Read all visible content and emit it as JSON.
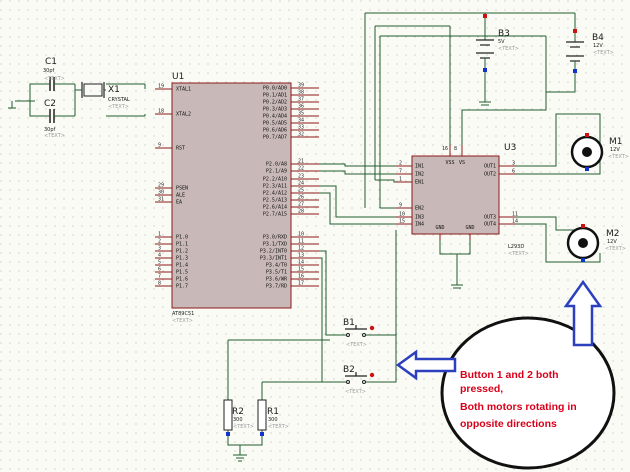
{
  "components": {
    "c1": {
      "ref": "C1",
      "value": "30pf",
      "text": "<TEXT>"
    },
    "c2": {
      "ref": "C2",
      "value": "30pf",
      "text": "<TEXT>"
    },
    "x1": {
      "ref": "X1",
      "value": "CRYSTAL",
      "text": "<TEXT>"
    },
    "u1": {
      "ref": "U1",
      "part": "AT89C51",
      "text": "<TEXT>",
      "left_pins": [
        {
          "num": "19",
          "name": "XTAL1"
        },
        {
          "num": "18",
          "name": "XTAL2"
        },
        {
          "num": "9",
          "name": "RST"
        },
        {
          "num": "29",
          "name": "PSEN"
        },
        {
          "num": "30",
          "name": "ALE"
        },
        {
          "num": "31",
          "name": "EA"
        },
        {
          "num": "1",
          "name": "P1.0"
        },
        {
          "num": "2",
          "name": "P1.1"
        },
        {
          "num": "3",
          "name": "P1.2"
        },
        {
          "num": "4",
          "name": "P1.3"
        },
        {
          "num": "5",
          "name": "P1.4"
        },
        {
          "num": "6",
          "name": "P1.5"
        },
        {
          "num": "7",
          "name": "P1.6"
        },
        {
          "num": "8",
          "name": "P1.7"
        }
      ],
      "right_pins": [
        {
          "num": "39",
          "name": "P0.0/AD0"
        },
        {
          "num": "38",
          "name": "P0.1/AD1"
        },
        {
          "num": "37",
          "name": "P0.2/AD2"
        },
        {
          "num": "36",
          "name": "P0.3/AD3"
        },
        {
          "num": "35",
          "name": "P0.4/AD4"
        },
        {
          "num": "34",
          "name": "P0.5/AD5"
        },
        {
          "num": "33",
          "name": "P0.6/AD6"
        },
        {
          "num": "32",
          "name": "P0.7/AD7"
        },
        {
          "num": "21",
          "name": "P2.0/A8"
        },
        {
          "num": "22",
          "name": "P2.1/A9"
        },
        {
          "num": "23",
          "name": "P2.2/A10"
        },
        {
          "num": "24",
          "name": "P2.3/A11"
        },
        {
          "num": "25",
          "name": "P2.4/A12"
        },
        {
          "num": "26",
          "name": "P2.5/A13"
        },
        {
          "num": "27",
          "name": "P2.6/A14"
        },
        {
          "num": "28",
          "name": "P2.7/A15"
        },
        {
          "num": "10",
          "name": "P3.0/RXD"
        },
        {
          "num": "11",
          "name": "P3.1/TXD"
        },
        {
          "num": "12",
          "name": "P3.2/INT0"
        },
        {
          "num": "13",
          "name": "P3.3/INT1"
        },
        {
          "num": "14",
          "name": "P3.4/T0"
        },
        {
          "num": "15",
          "name": "P3.5/T1"
        },
        {
          "num": "16",
          "name": "P3.6/WR"
        },
        {
          "num": "17",
          "name": "P3.7/RD"
        }
      ]
    },
    "u3": {
      "ref": "U3",
      "part": "L293D",
      "text": "<TEXT>",
      "left_pins": [
        {
          "num": "2",
          "name": "IN1"
        },
        {
          "num": "7",
          "name": "IN2"
        },
        {
          "num": "1",
          "name": "EN1"
        },
        {
          "num": "9",
          "name": "EN2"
        },
        {
          "num": "10",
          "name": "IN3"
        },
        {
          "num": "15",
          "name": "IN4"
        }
      ],
      "right_pins": [
        {
          "num": "3",
          "name": "OUT1"
        },
        {
          "num": "6",
          "name": "OUT2"
        },
        {
          "num": "11",
          "name": "OUT3"
        },
        {
          "num": "14",
          "name": "OUT4"
        }
      ],
      "top_pins": [
        {
          "num": "16",
          "name": "VSS"
        },
        {
          "num": "8",
          "name": "VS"
        }
      ],
      "bottom_pins": [
        {
          "name": "GND"
        },
        {
          "name": "GND"
        }
      ]
    },
    "b3": {
      "ref": "B3",
      "value": "5V",
      "text": "<TEXT>"
    },
    "b4": {
      "ref": "B4",
      "value": "12V",
      "text": "<TEXT>"
    },
    "m1": {
      "ref": "M1",
      "value": "12V",
      "text": "<TEXT>"
    },
    "m2": {
      "ref": "M2",
      "value": "12V",
      "text": "<TEXT>"
    },
    "b1": {
      "ref": "B1",
      "text": "<TEXT>"
    },
    "b2": {
      "ref": "B2",
      "text": "<TEXT>"
    },
    "r1": {
      "ref": "R1",
      "value": "300",
      "text": "<TEXT>"
    },
    "r2": {
      "ref": "R2",
      "value": "300",
      "text": "<TEXT>"
    }
  },
  "annotation": {
    "lines": [
      "Button 1 and 2 both",
      "pressed,",
      "Both motors rotating in",
      "opposite directions"
    ]
  },
  "colors": {
    "wire": "#1f5e2e",
    "chip_fill": "#c9b8b8",
    "chip_border": "#8b1a1a",
    "pin": "#8b1a1a",
    "note_text": "#d9001b",
    "arrow": "#2c3fbf",
    "pin_marker_red": "#cc1111",
    "pin_marker_blue": "#1133cc"
  }
}
